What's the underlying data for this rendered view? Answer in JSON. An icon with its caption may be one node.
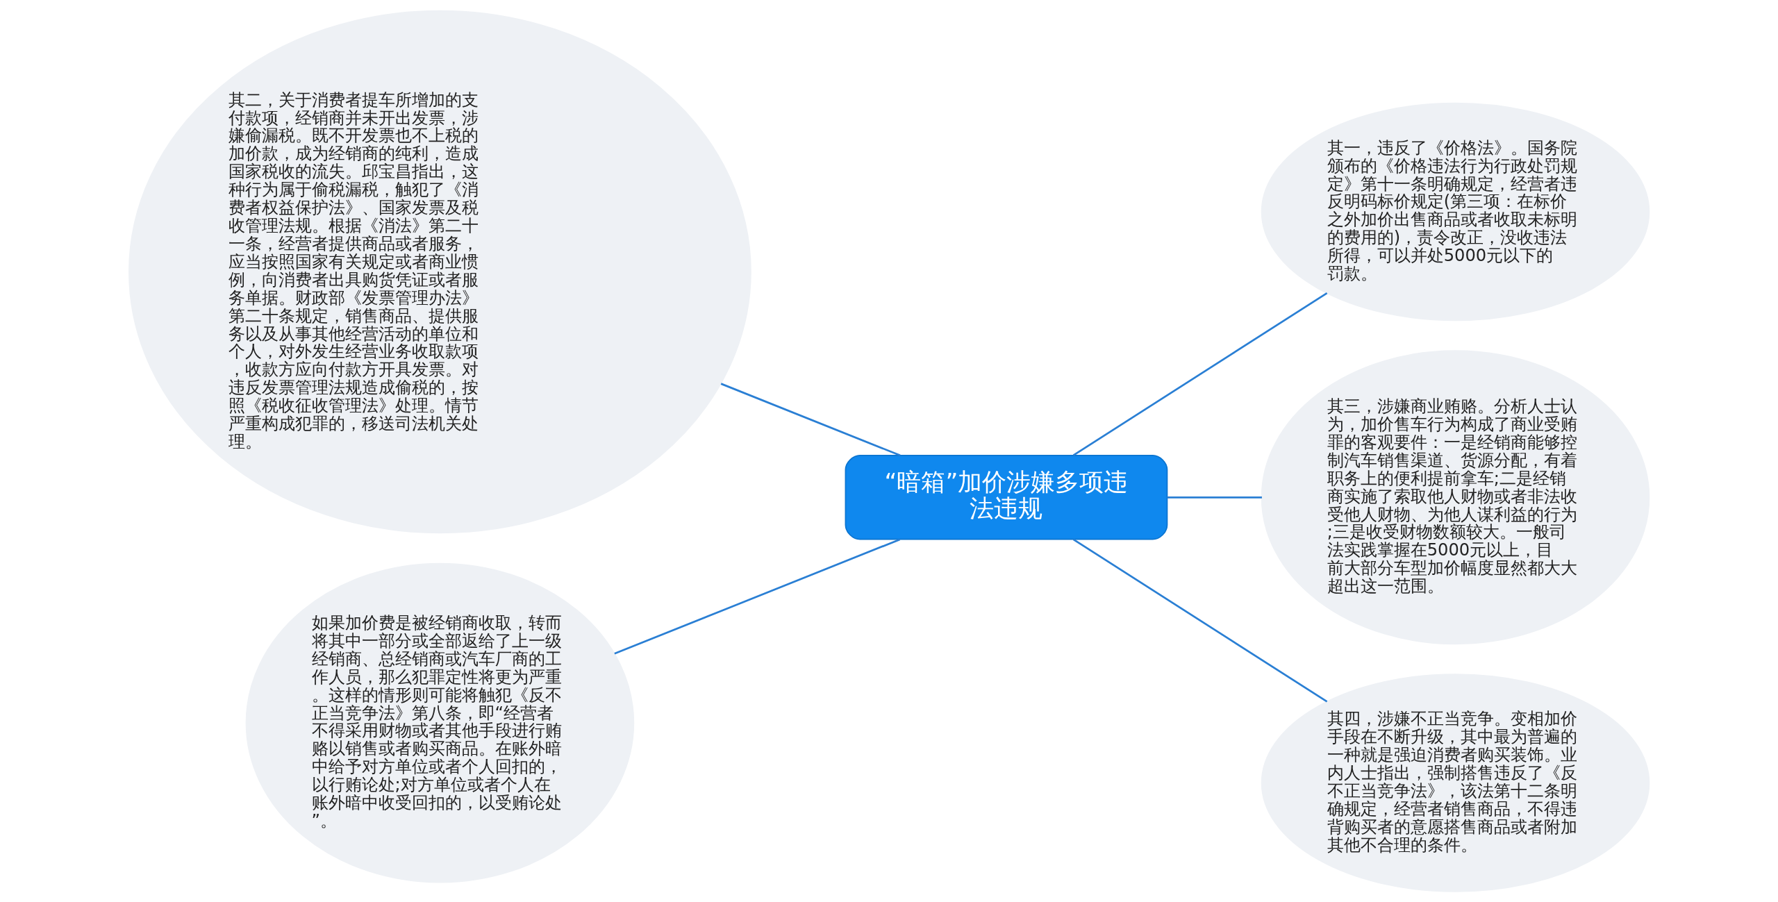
{
  "diagram": {
    "nodes": [
      {
        "text": [
          "“暗箱”加价涉嫌多项违法违规"
        ]
      },
      {
        "text": [
          "其一，违反了《价格法》。国务院颁布的《价格违法行为行政处罚规定》第十一条明确规定，经营者违反明码标价规定(第三项：在标价之外加价出售商品或者收取未标明的费用的)，责令改正，没收违法所得，可以并处5000元以下的罚款。"
        ]
      },
      {
        "text": [
          "其二，关于消费者提车所增加的支付款项，经销商并未开出发票，涉嫌偷漏税。既不开发票也不上税的加价款，成为经销商的纯利，造成国家税收的流失。邱宝昌指出，这种行为属于偷税漏税，触犯了《消费者权益保护法》、国家发票及税收管理法规。根据《消法》第二十一条，经营者提供商品或者服务，应当按照国家有关规定或者商业惯例，向消费者出具购货凭证或者服务单据。财政部《发票管理办法》第二十条规定，销售商品、提供服务以及从事其他经营活动的单位和个人，对外发生经营业务收取款项，收款方应向付款方开具发票。对违反发票管理法规造成偷税的，按照《税收征收管理法》处理。情节严重构成犯罪的，移送司法机关处理。"
        ]
      },
      {
        "text": [
          "其三，涉嫌商业贿赂。分析人士认为，加价售车行为构成了商业受贿罪的客观要件：一是经销商能够控制汽车销售渠道、货源分配，有着职务上的便利提前拿车;二是经销商实施了索取他人财物或者非法收受他人财物、为他人谋利益的行为;三是收受财物数额较大。一般司法实践掌握在5000元以上，目前大部分车型加价幅度显然都大大超出这一范围。"
        ]
      },
      {
        "text": [
          "其四，涉嫌不正当竞争。变相加价手段在不断升级，其中最为普遍的一种就是强迫消费者购买装饰。业内人士指出，强制搭售违反了《反不正当竞争法》，该法第十二条明确规定，经营者销售商品，不得违背购买者的意愿搭售商品或者附加其他不合理的条件。"
        ]
      },
      {
        "text": [
          "如果加价费是被经销商收取，转而将其中一部分或全部返给了上一级经销商、总经销商或汽车厂商的工作人员，那么犯罪定性将更为严重。这样的情形则可能将触犯《反不正当竞争法》第八条，即“经营者不得采用财物或者其他手段进行贿赂以销售或者购买商品。在账外暗中给予对方单位或者个人回扣的，以行贿论处;对方单位或者个人在账外暗中收受回扣的，以受贿论处”。"
        ]
      }
    ],
    "edges": [
      {
        "from": 0,
        "to": 1,
        "arrow": "none"
      },
      {
        "from": 0,
        "to": 2,
        "arrow": "none"
      },
      {
        "from": 0,
        "to": 3,
        "arrow": "none"
      },
      {
        "from": 0,
        "to": 4,
        "arrow": "none"
      },
      {
        "from": 0,
        "to": 5,
        "arrow": "none"
      }
    ]
  }
}
